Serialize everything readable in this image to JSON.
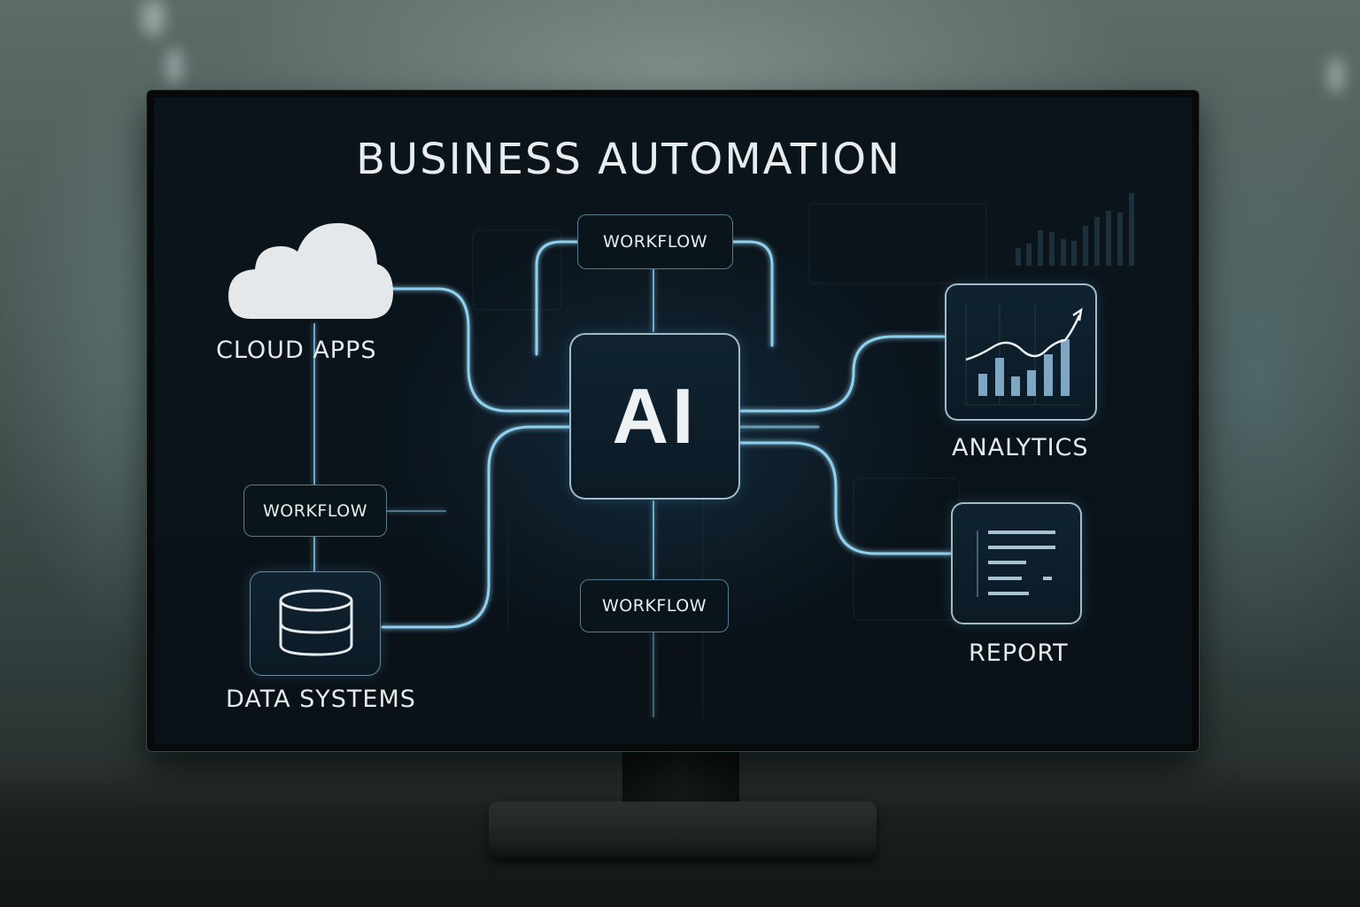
{
  "scene": {
    "description": "Monitor on a desk displaying a business automation diagram"
  },
  "diagram": {
    "title": "BUSINESS AUTOMATION",
    "center_node": {
      "label": "AI",
      "icon": "ai-chip-icon"
    },
    "nodes": {
      "cloud_apps": {
        "label": "CLOUD APPS",
        "icon": "cloud-icon"
      },
      "data_systems": {
        "label": "DATA SYSTEMS",
        "icon": "database-icon"
      },
      "analytics": {
        "label": "ANALYTICS",
        "icon": "chart-trend-icon",
        "bars": [
          3,
          5,
          2.5,
          3.5,
          6,
          7.5
        ]
      },
      "report": {
        "label": "REPORT",
        "icon": "document-lines-icon"
      }
    },
    "workflow_nodes": [
      {
        "id": "workflow-top",
        "label": "WORKFLOW"
      },
      {
        "id": "workflow-left",
        "label": "WORKFLOW"
      },
      {
        "id": "workflow-bottom",
        "label": "WORKFLOW"
      }
    ],
    "edges": [
      [
        "cloud_apps",
        "AI"
      ],
      [
        "cloud_apps",
        "workflow-left"
      ],
      [
        "workflow-left",
        "data_systems"
      ],
      [
        "data_systems",
        "AI"
      ],
      [
        "workflow-top",
        "AI"
      ],
      [
        "AI",
        "workflow-bottom"
      ],
      [
        "AI",
        "analytics"
      ],
      [
        "AI",
        "report"
      ]
    ],
    "colors": {
      "background": "#0a131a",
      "wire": "#8fd0ee",
      "node_border": "#bed7e1",
      "text": "#e8ecee",
      "bar": "#7fa6c2"
    }
  }
}
